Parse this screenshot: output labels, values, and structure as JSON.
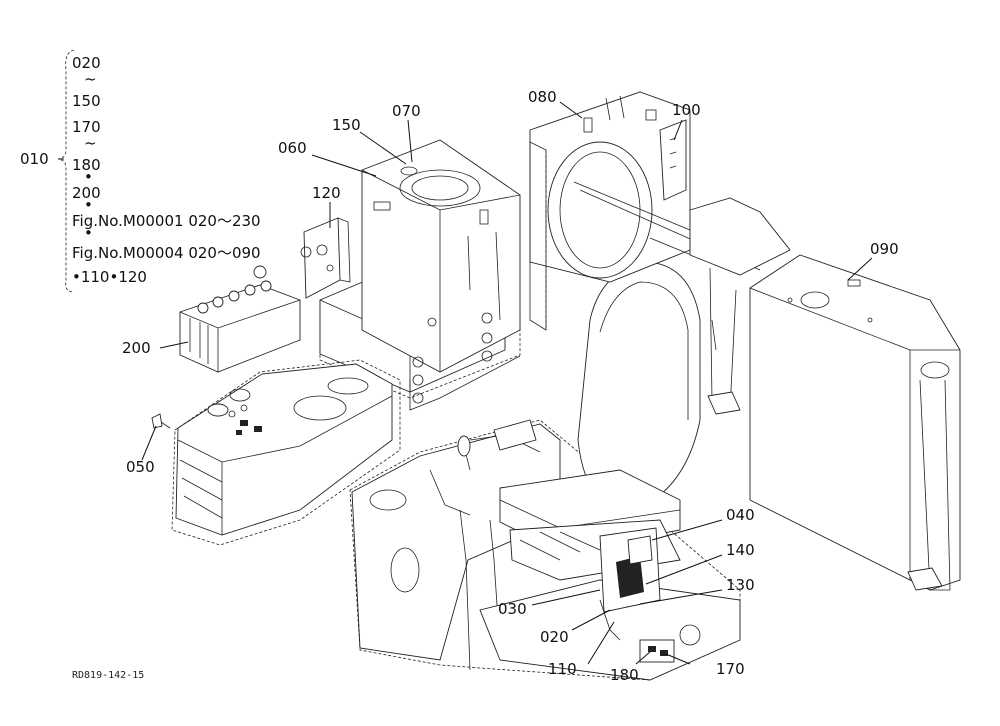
{
  "assembly": {
    "root": "010",
    "list": [
      "020",
      "~",
      "150",
      "170",
      "~",
      "180",
      "•",
      "200",
      "•",
      "Fig.No.M00001  020～230",
      "•",
      "Fig.No.M00004  020～090",
      "•110•120"
    ]
  },
  "callouts": {
    "p020": "020",
    "p030": "030",
    "p040": "040",
    "p050": "050",
    "p060": "060",
    "p070": "070",
    "p080": "080",
    "p090": "090",
    "p100": "100",
    "p110": "110",
    "p120": "120",
    "p130": "130",
    "p140": "140",
    "p150": "150",
    "p170": "170",
    "p180": "180",
    "p200": "200"
  },
  "drawing_code": "RD819-142-15"
}
